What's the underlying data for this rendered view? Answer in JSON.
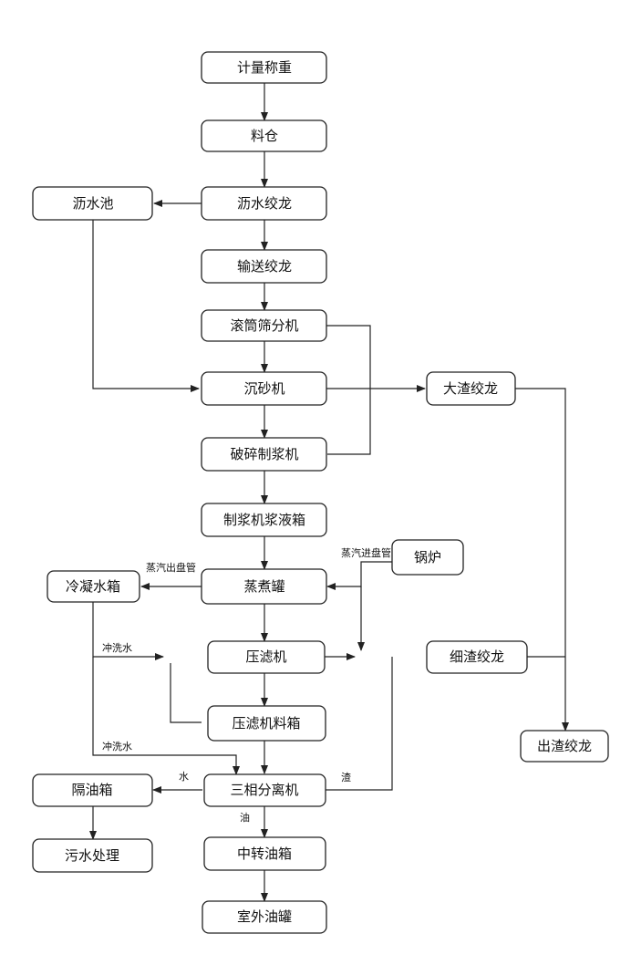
{
  "nodes": {
    "metering": "计量称重",
    "silo": "料仓",
    "drain_screw": "沥水绞龙",
    "drain_pool": "沥水池",
    "conveyor_screw": "输送绞龙",
    "drum_screen": "滚筒筛分机",
    "grit_remover": "沉砂机",
    "coarse_slag_screw": "大渣绞龙",
    "crusher_pulper": "破碎制浆机",
    "pulp_tank": "制浆机浆液箱",
    "boiler": "锅炉",
    "condensate_tank": "冷凝水箱",
    "cooking_tank": "蒸煮罐",
    "filter_press": "压滤机",
    "fine_slag_screw": "细渣绞龙",
    "filter_feed_tank": "压滤机料箱",
    "slag_out_screw": "出渣绞龙",
    "oil_separator": "隔油箱",
    "three_phase_separator": "三相分离机",
    "wastewater_treatment": "污水处理",
    "transfer_oil_tank": "中转油箱",
    "outdoor_oil_tank": "室外油罐"
  },
  "labels": {
    "steam_out": "蒸汽出盘管",
    "steam_in": "蒸汽进盘管",
    "flush_water_1": "冲洗水",
    "flush_water_2": "冲洗水",
    "water": "水",
    "slag": "渣",
    "oil": "油"
  }
}
